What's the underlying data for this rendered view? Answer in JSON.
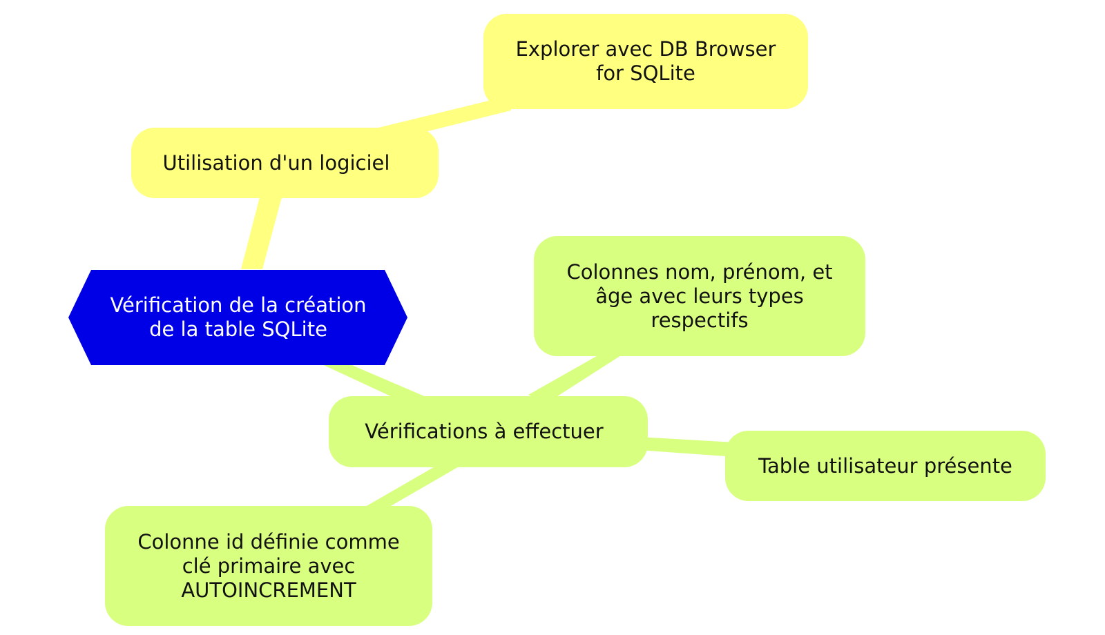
{
  "mindmap": {
    "root": {
      "text": "Vérification de la création\nde la table SQLite",
      "fill": "#0000E6",
      "text_color": "#FFFFFF"
    },
    "branch_software": {
      "text": "Utilisation d'un logiciel",
      "fill": "#FFFF80",
      "connector_color": "#FFFF80"
    },
    "leaf_db_browser": {
      "text": "Explorer avec DB Browser\nfor SQLite",
      "fill": "#FFFF80"
    },
    "branch_checks": {
      "text": "Vérifications à effectuer",
      "fill": "#D9FF80",
      "connector_color": "#D9FF80"
    },
    "leaf_columns": {
      "text": "Colonnes nom, prénom, et\nâge avec leurs types\nrespectifs",
      "fill": "#D9FF80"
    },
    "leaf_table_present": {
      "text": "Table utilisateur présente",
      "fill": "#D9FF80"
    },
    "leaf_id_column": {
      "text": "Colonne id définie comme\nclé primaire avec\nAUTOINCREMENT",
      "fill": "#D9FF80"
    }
  }
}
